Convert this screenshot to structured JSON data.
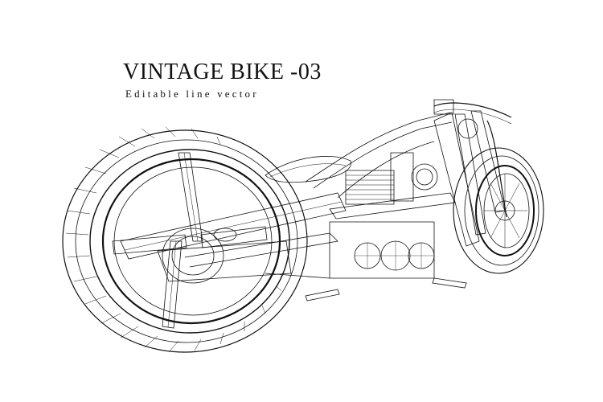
{
  "title": "VINTAGE BIKE -03",
  "subtitle": "Editable line vector",
  "colors": {
    "background": "#ffffff",
    "line": "#111111"
  },
  "illustration": "motorcycle-wireframe-illustration"
}
